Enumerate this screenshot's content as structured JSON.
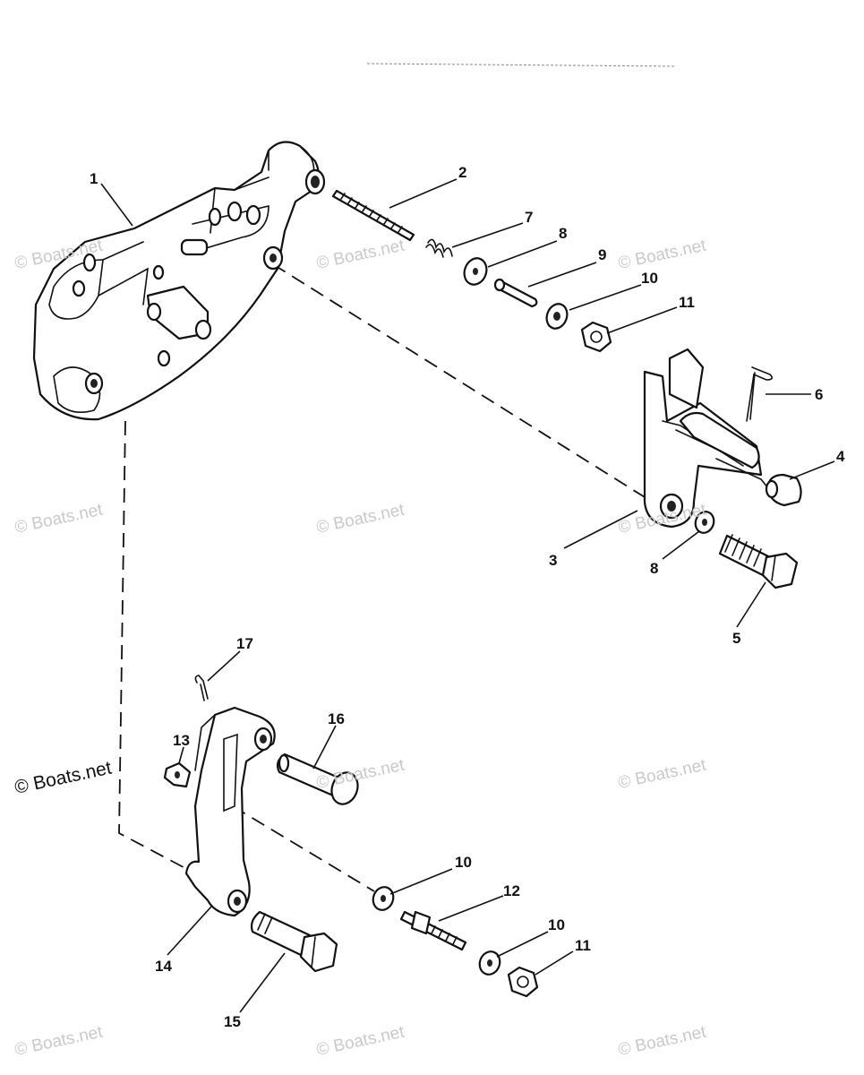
{
  "callouts": [
    "1",
    "2",
    "3",
    "4",
    "5",
    "6",
    "7",
    "8",
    "8",
    "9",
    "10",
    "10",
    "10",
    "11",
    "11",
    "12",
    "13",
    "14",
    "15",
    "16",
    "17"
  ],
  "watermarks": {
    "text": "© Boats.net",
    "prominent": "© Boats.net"
  },
  "colors": {
    "ink": "#111111",
    "watermark": "#c9c9c9",
    "background": "#ffffff"
  }
}
